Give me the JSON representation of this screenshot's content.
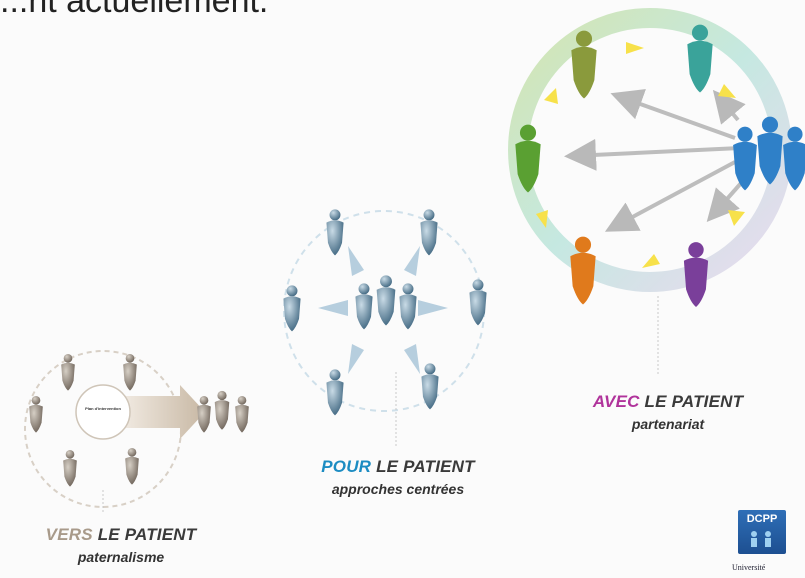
{
  "header": {
    "partial_text": "...nt actuellement."
  },
  "stages": {
    "vers": {
      "word": "VERS",
      "rest": "LE PATIENT",
      "subtitle": "paternalisme",
      "center_label": "Plan d'intervention"
    },
    "pour": {
      "word": "POUR",
      "rest": "LE PATIENT",
      "subtitle": "approches centrées"
    },
    "avec": {
      "word": "AVEC",
      "rest": "LE PATIENT",
      "subtitle": "partenariat"
    }
  },
  "logo": {
    "name": "DCPP",
    "sub": "Université"
  },
  "colors": {
    "vers": "#8a7f72",
    "pour": "#5b7f96",
    "avec_word": "#b0339b",
    "pour_word": "#1c8cc2",
    "avec_figures": [
      "#8a9a3c",
      "#3aa39a",
      "#2f80c8",
      "#7a3f9a",
      "#e07a1c",
      "#5aa032"
    ]
  }
}
